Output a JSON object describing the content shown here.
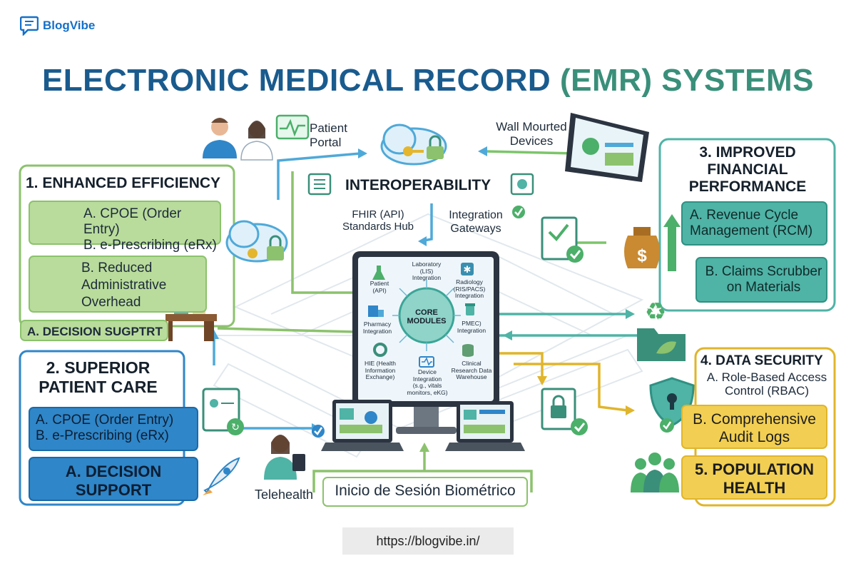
{
  "brand": {
    "name": "BlogVibe"
  },
  "title": {
    "part1": "ELECTRONIC MEDICAL RECORD",
    "part2": "(EMR) SYSTEMS"
  },
  "top": {
    "patient_portal": [
      "Patient",
      "Portal"
    ],
    "wall_mounted": [
      "Wall Mourted",
      "Devices"
    ],
    "interoperability": "INTEROPERABILITY",
    "fhir": [
      "FHIR (API)",
      "Standards Hub"
    ],
    "integration": [
      "Integration",
      "Gateways"
    ]
  },
  "left": {
    "efficiency": {
      "heading": "1. ENHANCED EFFICIENCY",
      "item1": [
        "A. CPOE (Order Entry)",
        "B. e-Prescribing (eRx)"
      ],
      "item2": [
        "B. Reduced",
        "Administrative",
        "Overhead"
      ],
      "item3": "A. DECISION  SUGPTRT"
    },
    "patient_care": {
      "heading": [
        "2. SUPERIOR",
        "PATIENT CARE"
      ],
      "item1": [
        "A. CPOE (Order Entry)",
        "B. e-Prescribing (eRx)"
      ],
      "item2": [
        "A. DECISION",
        "SUPPORT"
      ]
    }
  },
  "center": {
    "core": [
      "CORE",
      "MODULES"
    ],
    "modules": {
      "patient": [
        "Patient",
        "(API)"
      ],
      "laboratory": [
        "Laboratory",
        "(LIS)",
        "Integration"
      ],
      "radiology": [
        "Radiology",
        "(RIS/PACS)",
        "Integration"
      ],
      "pharmacy": [
        "Pharmacy",
        "Integration"
      ],
      "pmec": [
        "PMEC)",
        "Integration"
      ],
      "hie": [
        "HIE (Health",
        "Information",
        "Exchange)"
      ],
      "device": [
        "Device",
        "Integration",
        "(s.g., vitals",
        "monitors, eKG)"
      ],
      "clinical": [
        "Clinical",
        "Research Data",
        "Warehouse"
      ]
    },
    "telehealth": "Telehealth",
    "biometric": "Inicio de Sesión Biométrico"
  },
  "right": {
    "financial": {
      "heading": [
        "3. IMPROVED",
        "FINANCIAL",
        "PERFORMANCE"
      ],
      "item1": [
        "A. Revenue Cycle",
        "Management (RCM)"
      ],
      "item2": [
        "B. Claims Scrubber",
        "on Materials"
      ]
    },
    "security": {
      "heading": "4. DATA SECURITY",
      "sub": [
        "A. Role-Based Access",
        "Control (RBAC)"
      ],
      "item1": [
        "B. Comprehensive",
        "Audit Logs"
      ]
    },
    "population": [
      "5. POPULATION",
      "HEALTH"
    ]
  },
  "footer": {
    "url": "https://blogvibe.in/"
  },
  "colors": {
    "green": "#8cc26d",
    "teal": "#2f9183",
    "blue": "#1b6aa8",
    "yellow": "#e0b52b",
    "title_blue": "#1a5b8e",
    "title_green": "#3a8f7a"
  },
  "icons": [
    "chat-bubble-icon",
    "doctor-icon",
    "heartbeat-monitor-icon",
    "cloud-lock-icon",
    "monitor-icon",
    "chip-icon",
    "gauge-icon",
    "document-stack-icon",
    "desk-icon",
    "flask-icon",
    "snowflake-icon",
    "building-icon",
    "pill-bottle-icon",
    "gear-icon",
    "pulse-chip-icon",
    "database-icon",
    "checklist-icon",
    "money-bag-icon",
    "recycle-icon",
    "folder-leaf-icon",
    "shield-keyhole-icon",
    "lock-document-icon",
    "rocket-icon",
    "tablet-doctor-icon",
    "people-group-icon",
    "laptop-icon"
  ]
}
